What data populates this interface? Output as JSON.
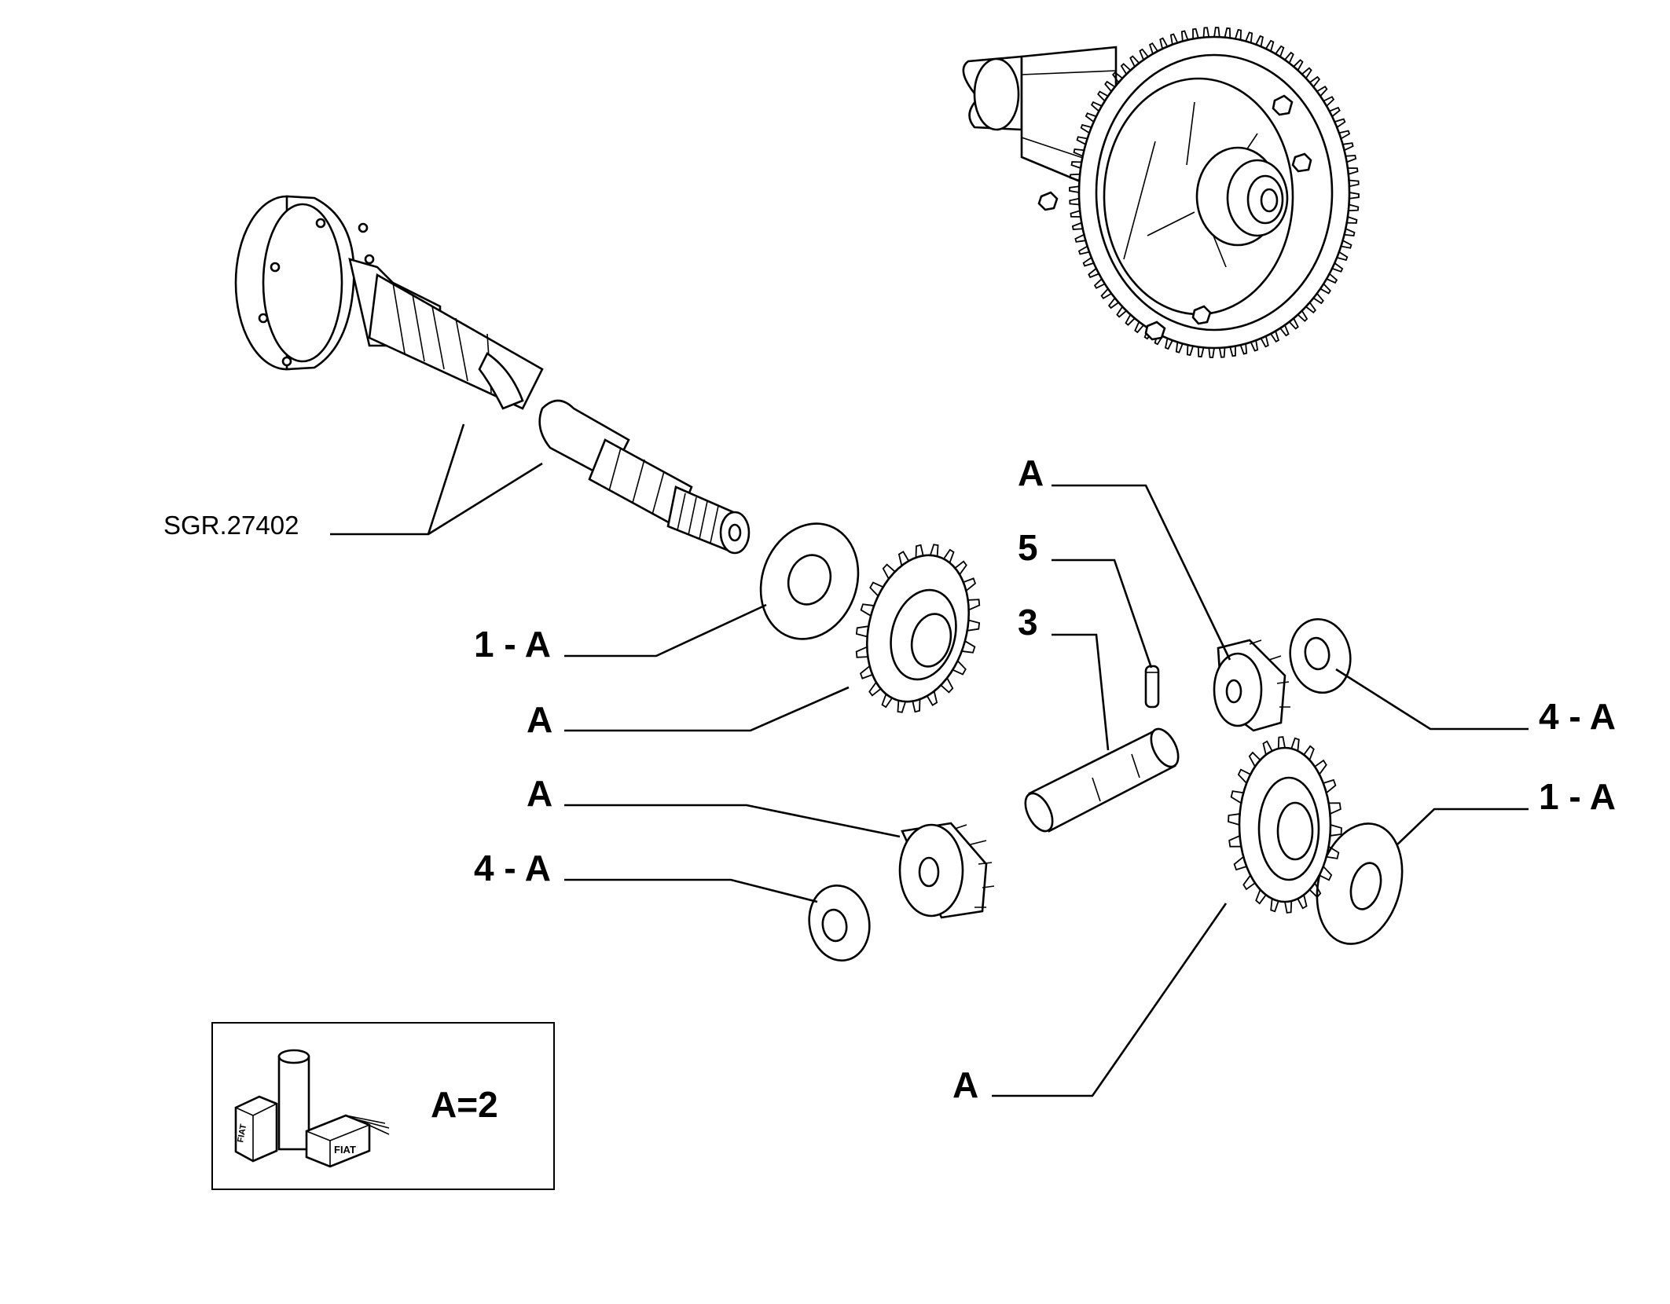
{
  "reference": "SGR.27402",
  "callouts": [
    {
      "id": "washer-1-top",
      "label": "1 - A"
    },
    {
      "id": "gear-left-upper",
      "label": "A"
    },
    {
      "id": "gear-left-lower",
      "label": "A"
    },
    {
      "id": "washer-4-left",
      "label": "4 - A"
    },
    {
      "id": "gear-small-top-right",
      "label": "A"
    },
    {
      "id": "pin",
      "label": "5"
    },
    {
      "id": "shaft",
      "label": "3"
    },
    {
      "id": "washer-4-right",
      "label": "4 - A"
    },
    {
      "id": "washer-1-right",
      "label": "1 - A"
    },
    {
      "id": "gear-right-lower",
      "label": "A"
    }
  ],
  "legend": {
    "text": "A=2",
    "logo_text": "FIAT"
  }
}
